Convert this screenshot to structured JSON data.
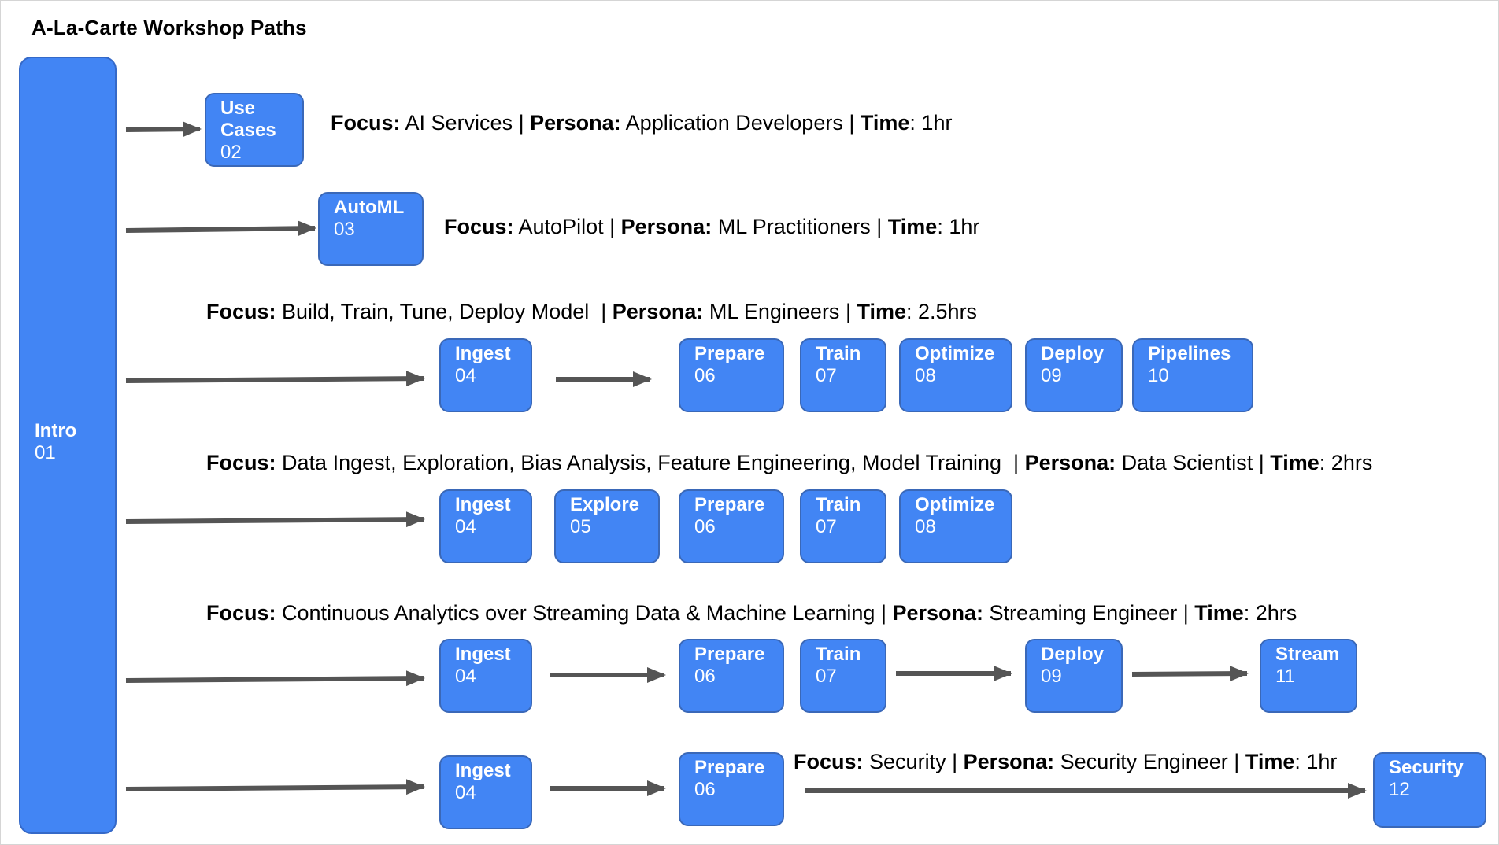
{
  "title": "A-La-Carte Workshop Paths",
  "colors": {
    "box_fill": "#4285f4",
    "box_border": "#3a68b8",
    "arrow": "#555555"
  },
  "intro": {
    "name": "Intro",
    "num": "01"
  },
  "paths": [
    {
      "focus_label": "Focus:",
      "focus": "AI Services",
      "persona_label": "Persona:",
      "persona": "Application Developers",
      "time_label": "Time",
      "time": "1hr",
      "modules": [
        {
          "name": "Use\nCases",
          "num": "02"
        }
      ]
    },
    {
      "focus_label": "Focus:",
      "focus": "AutoPilot",
      "persona_label": "Persona:",
      "persona": "ML Practitioners",
      "time_label": "Time",
      "time": "1hr",
      "modules": [
        {
          "name": "AutoML",
          "num": "03"
        }
      ]
    },
    {
      "focus_label": "Focus:",
      "focus": "Build, Train, Tune, Deploy Model",
      "persona_label": "Persona:",
      "persona": "ML Engineers",
      "time_label": "Time",
      "time": "2.5hrs",
      "modules": [
        {
          "name": "Ingest",
          "num": "04"
        },
        {
          "name": "Prepare",
          "num": "06"
        },
        {
          "name": "Train",
          "num": "07"
        },
        {
          "name": "Optimize",
          "num": "08"
        },
        {
          "name": "Deploy",
          "num": "09"
        },
        {
          "name": "Pipelines",
          "num": "10"
        }
      ]
    },
    {
      "focus_label": "Focus:",
      "focus": "Data Ingest, Exploration, Bias Analysis, Feature Engineering, Model Training",
      "persona_label": "Persona:",
      "persona": "Data Scientist",
      "time_label": "Time",
      "time": "2hrs",
      "modules": [
        {
          "name": "Ingest",
          "num": "04"
        },
        {
          "name": "Explore",
          "num": "05"
        },
        {
          "name": "Prepare",
          "num": "06"
        },
        {
          "name": "Train",
          "num": "07"
        },
        {
          "name": "Optimize",
          "num": "08"
        }
      ]
    },
    {
      "focus_label": "Focus:",
      "focus": "Continuous Analytics over Streaming Data & Machine Learning",
      "persona_label": "Persona:",
      "persona": "Streaming Engineer",
      "time_label": "Time",
      "time": "2hrs",
      "modules": [
        {
          "name": "Ingest",
          "num": "04"
        },
        {
          "name": "Prepare",
          "num": "06"
        },
        {
          "name": "Train",
          "num": "07"
        },
        {
          "name": "Deploy",
          "num": "09"
        },
        {
          "name": "Stream",
          "num": "11"
        }
      ]
    },
    {
      "focus_label": "Focus:",
      "focus": "Security",
      "persona_label": "Persona:",
      "persona": "Security Engineer",
      "time_label": "Time",
      "time": "1hr",
      "modules": [
        {
          "name": "Ingest",
          "num": "04"
        },
        {
          "name": "Prepare",
          "num": "06"
        },
        {
          "name": "Security",
          "num": "12"
        }
      ]
    }
  ]
}
